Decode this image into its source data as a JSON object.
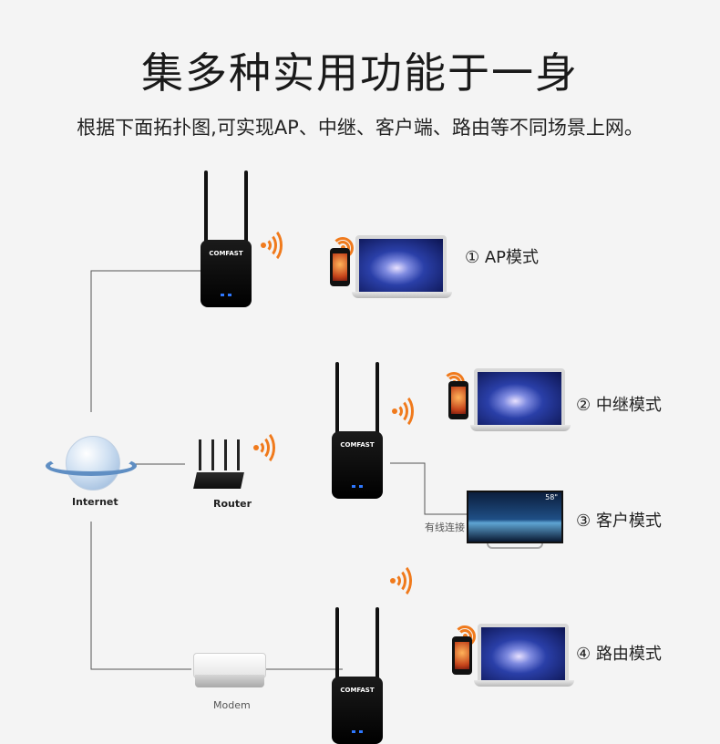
{
  "header": {
    "title": "集多种实用功能于一身",
    "subtitle": "根据下面拓扑图,可实现AP、中继、客户端、路由等不同场景上网。"
  },
  "devices": {
    "repeater_brand": "COMFAST",
    "internet_label": "Internet",
    "router_label": "Router",
    "modem_label": "Modem",
    "wired_label": "有线连接",
    "tv_size": "58\""
  },
  "modes": [
    {
      "label": "① AP模式"
    },
    {
      "label": "② 中继模式"
    },
    {
      "label": "③ 客户模式"
    },
    {
      "label": "④ 路由模式"
    }
  ],
  "colors": {
    "signal": "#f07a1c",
    "led": "#2e78ff",
    "line": "#555555"
  }
}
